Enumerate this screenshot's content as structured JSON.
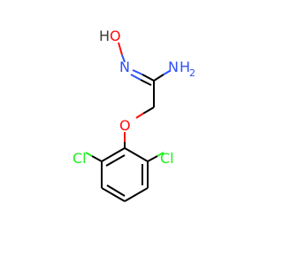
{
  "molecule": {
    "atoms": {
      "hydroxyl_h": "H",
      "hydroxyl_o": "O",
      "oxime_n": "N",
      "amine_n": "N",
      "amine_h2": "H",
      "amine_h2_sub": "2",
      "ether_o": "O",
      "cl_left": "Cl",
      "cl_right": "Cl"
    },
    "colors": {
      "bond": "#000000",
      "oxygen": "#ff0d0d",
      "nitrogen": "#3050f8",
      "chlorine": "#1ff01f"
    }
  }
}
